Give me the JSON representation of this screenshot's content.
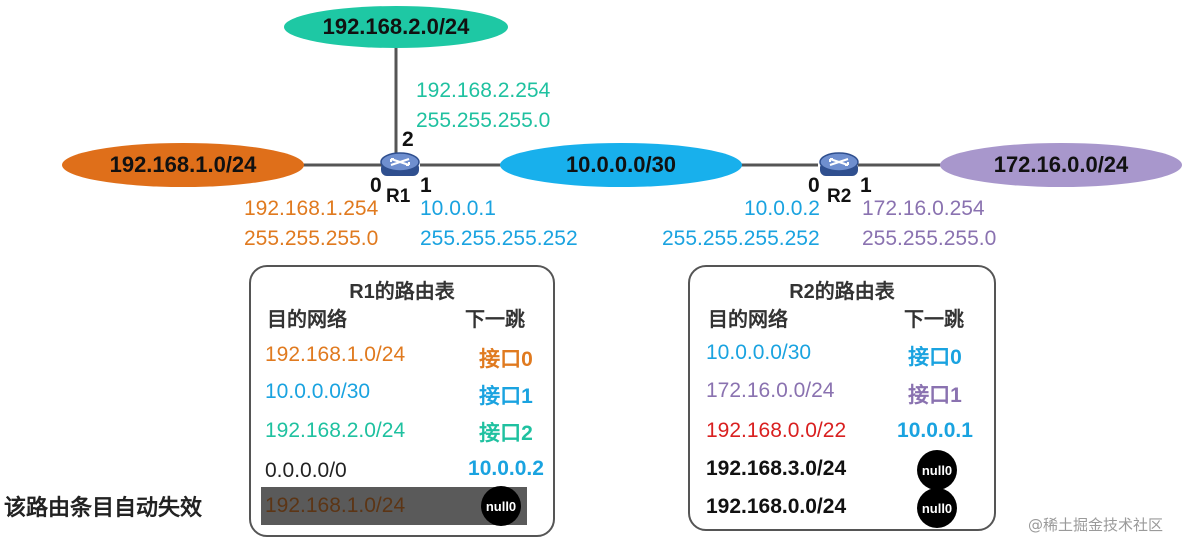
{
  "colors": {
    "orange": "#e07a1f",
    "teal": "#1fc1a0",
    "blue": "#1aa3e0",
    "purple": "#8a72b0",
    "red": "#d92020",
    "dark": "#222222",
    "brown": "#5c3515",
    "net_teal": "#1ec8a4",
    "net_orange": "#df6f1a",
    "net_blue": "#18b0ec",
    "net_purple": "#a897cc"
  },
  "networks": {
    "top": "192.168.2.0/24",
    "left": "192.168.1.0/24",
    "middle": "10.0.0.0/30",
    "right": "172.16.0.0/24"
  },
  "routers": {
    "r1": {
      "name": "R1",
      "port0": "0",
      "port1": "1",
      "port2": "2",
      "if0_ip": "192.168.1.254",
      "if0_mask": "255.255.255.0",
      "if1_ip": "10.0.0.1",
      "if1_mask": "255.255.255.252",
      "if2_ip": "192.168.2.254",
      "if2_mask": "255.255.255.0"
    },
    "r2": {
      "name": "R2",
      "port0": "0",
      "port1": "1",
      "if0_ip": "10.0.0.2",
      "if0_mask": "255.255.255.252",
      "if1_ip": "172.16.0.254",
      "if1_mask": "255.255.255.0"
    }
  },
  "r1_table": {
    "title": "R1的路由表",
    "col_dest": "目的网络",
    "col_hop": "下一跳",
    "rows": [
      {
        "dest": "192.168.1.0/24",
        "hop": "接口0"
      },
      {
        "dest": "10.0.0.0/30",
        "hop": "接口1"
      },
      {
        "dest": "192.168.2.0/24",
        "hop": "接口2"
      },
      {
        "dest": "0.0.0.0/0",
        "hop": "10.0.0.2"
      },
      {
        "dest": "192.168.1.0/24",
        "hop": "null0"
      }
    ]
  },
  "r2_table": {
    "title": "R2的路由表",
    "col_dest": "目的网络",
    "col_hop": "下一跳",
    "rows": [
      {
        "dest": "10.0.0.0/30",
        "hop": "接口0"
      },
      {
        "dest": "172.16.0.0/24",
        "hop": "接口1"
      },
      {
        "dest": "192.168.0.0/22",
        "hop": "10.0.0.1"
      },
      {
        "dest": "192.168.3.0/24",
        "hop": "null0"
      },
      {
        "dest": "192.168.0.0/24",
        "hop": "null0"
      }
    ]
  },
  "caption": "该路由条目自动失效",
  "watermark": "@稀土掘金技术社区"
}
